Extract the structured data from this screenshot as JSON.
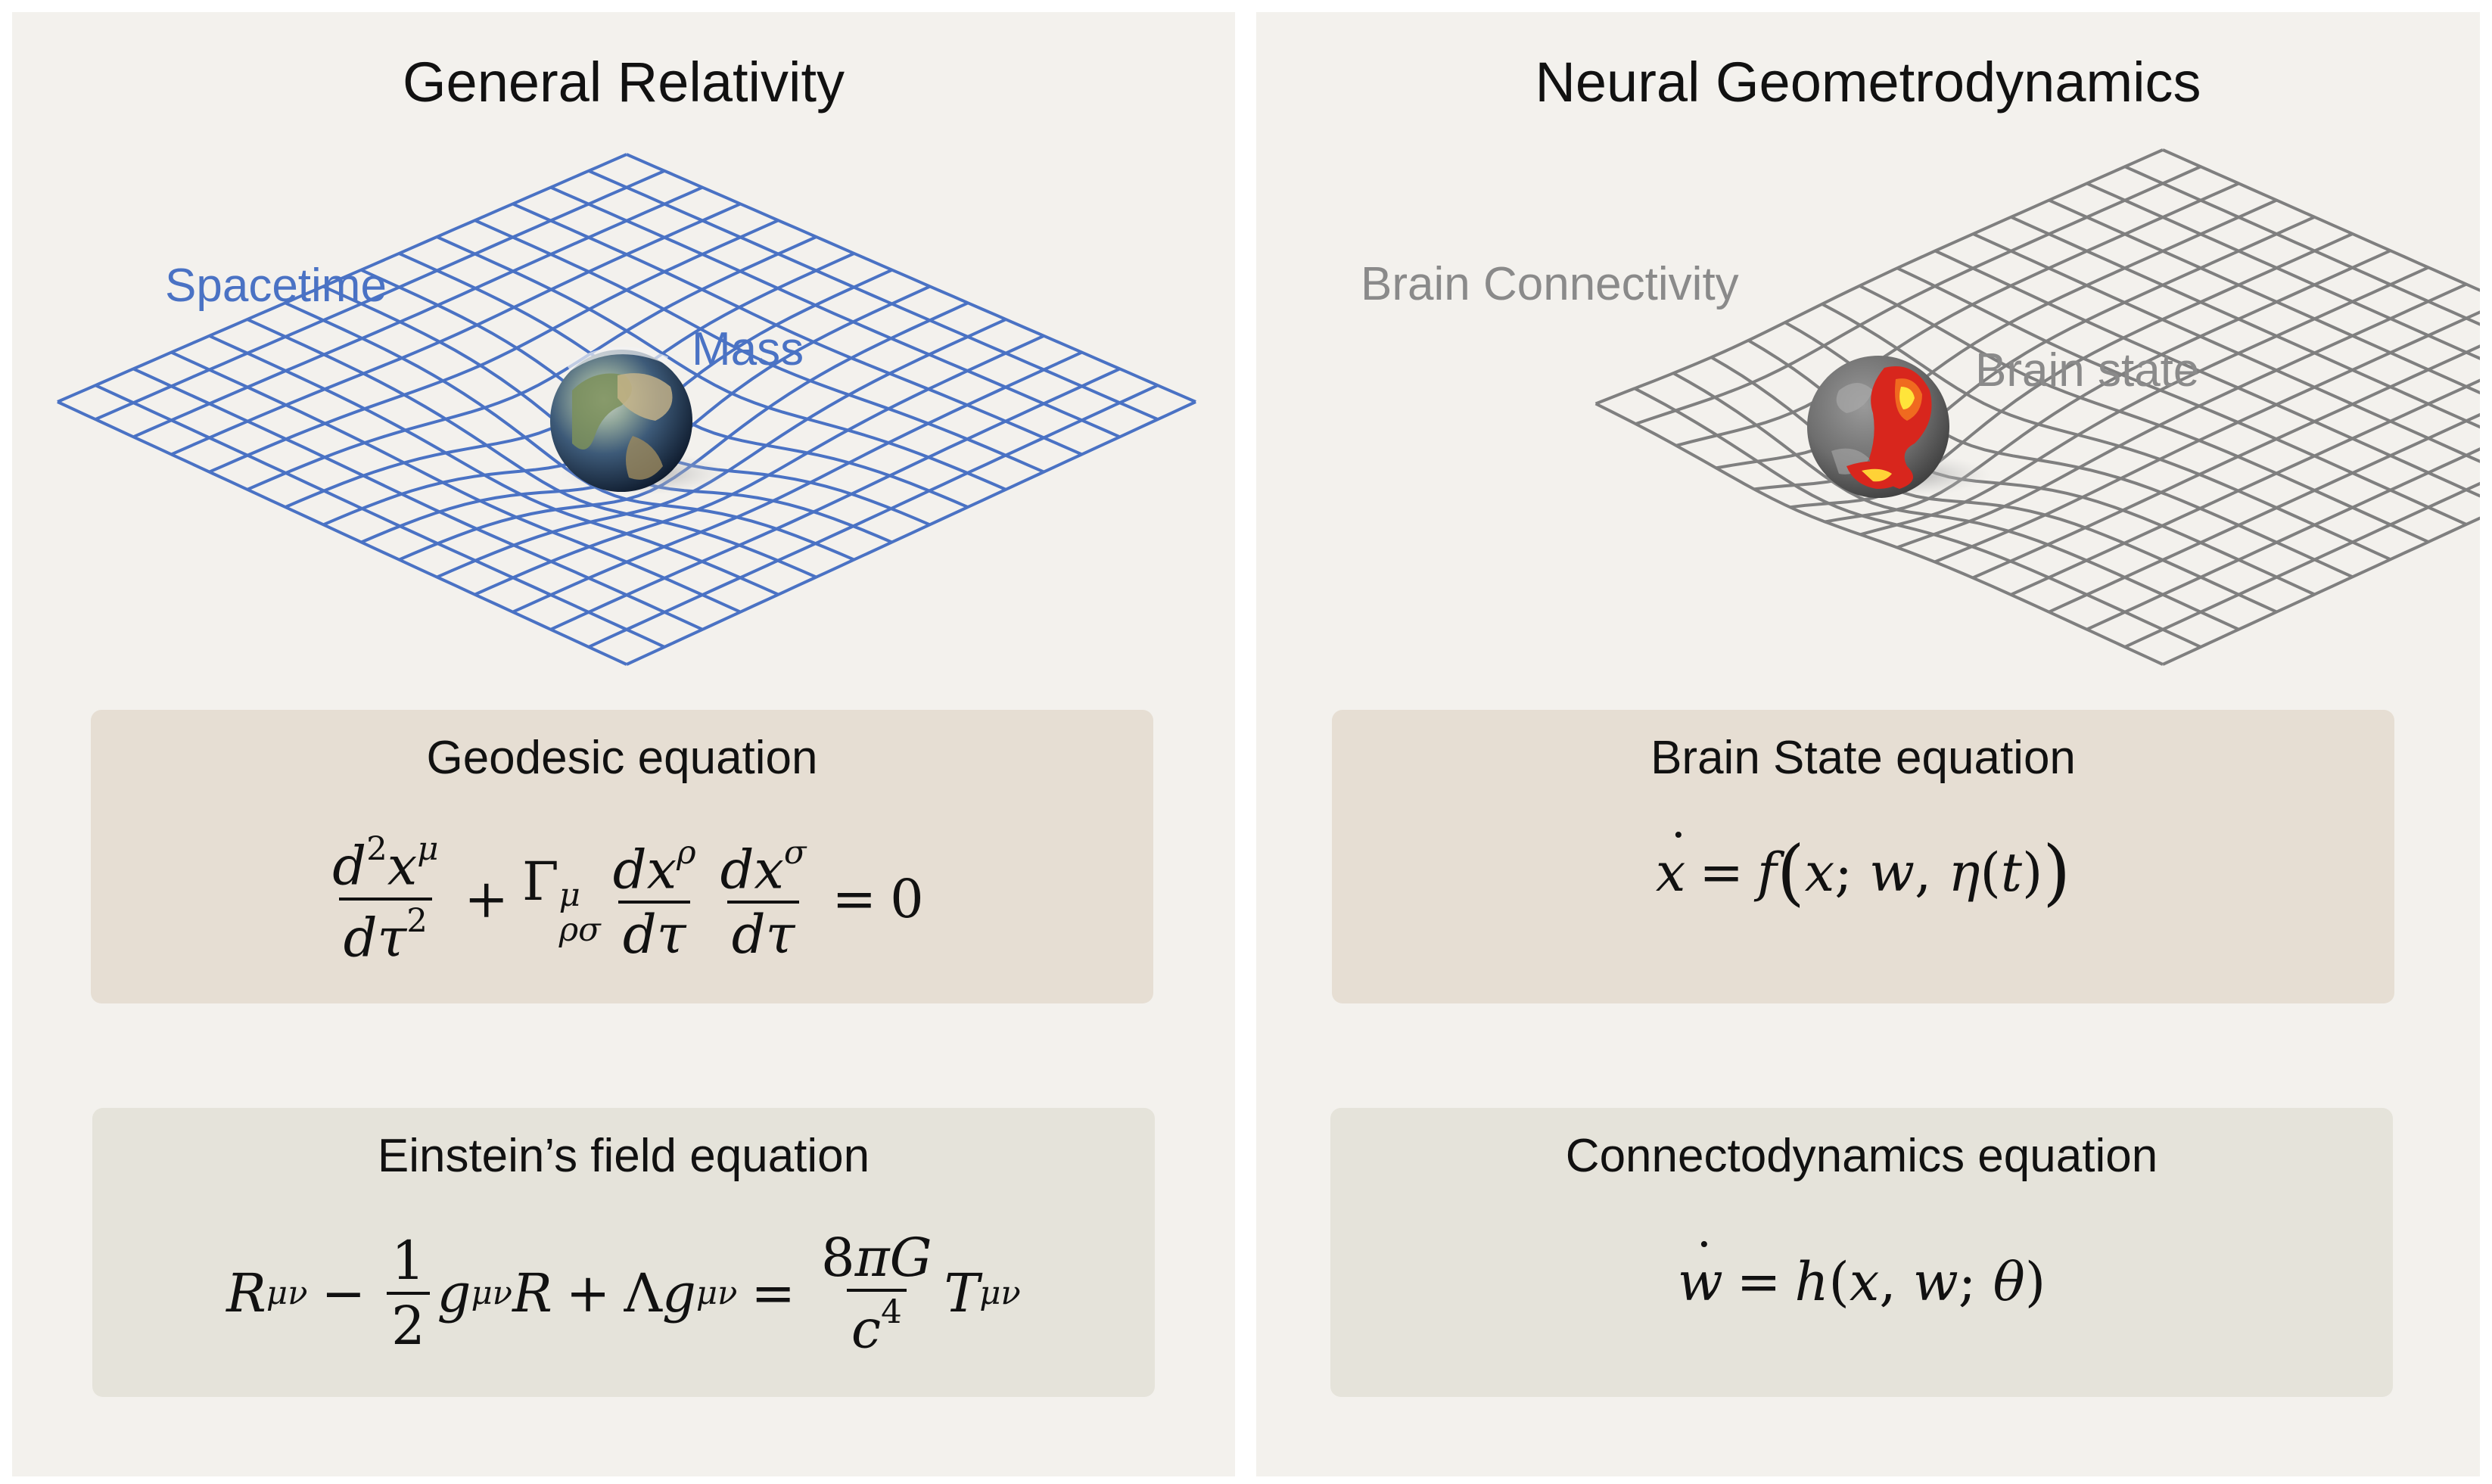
{
  "left": {
    "title": "General Relativity",
    "labels": {
      "grid": "Spacetime",
      "ball": "Mass"
    },
    "colors": {
      "grid": "#4a72c4",
      "label": "#4a72c4"
    },
    "geodesic": {
      "title": "Geodesic equation"
    },
    "field": {
      "title": "Einstein’s field equation"
    }
  },
  "right": {
    "title": "Neural Geometrodynamics",
    "labels": {
      "grid": "Brain Connectivity",
      "ball": "Brain state"
    },
    "colors": {
      "grid": "#7f7f7f",
      "label": "#8a8a8a"
    },
    "state": {
      "title": "Brain State equation"
    },
    "connecto": {
      "title": "Connectodynamics equation"
    }
  }
}
